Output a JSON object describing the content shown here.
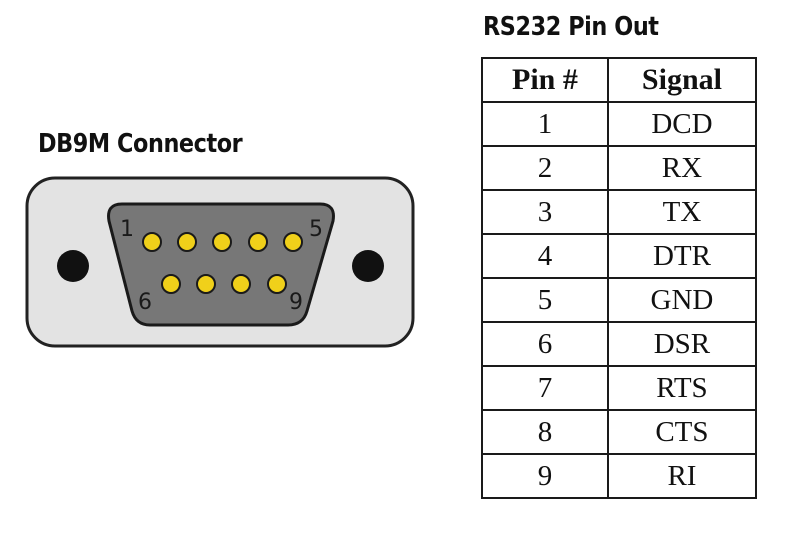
{
  "connector": {
    "title": "DB9M Connector",
    "pin_labels": {
      "top_left": "1",
      "top_right": "5",
      "bottom_left": "6",
      "bottom_right": "9"
    },
    "colors": {
      "shell": "#e3e3e3",
      "housing": "#777777",
      "pin": "#f0d01a",
      "mount_hole": "#111111"
    }
  },
  "pinout": {
    "title": "RS232 Pin Out",
    "headers": {
      "pin": "Pin #",
      "signal": "Signal"
    },
    "rows": [
      {
        "pin": "1",
        "signal": "DCD"
      },
      {
        "pin": "2",
        "signal": "RX"
      },
      {
        "pin": "3",
        "signal": "TX"
      },
      {
        "pin": "4",
        "signal": "DTR"
      },
      {
        "pin": "5",
        "signal": "GND"
      },
      {
        "pin": "6",
        "signal": "DSR"
      },
      {
        "pin": "7",
        "signal": "RTS"
      },
      {
        "pin": "8",
        "signal": "CTS"
      },
      {
        "pin": "9",
        "signal": "RI"
      }
    ]
  }
}
